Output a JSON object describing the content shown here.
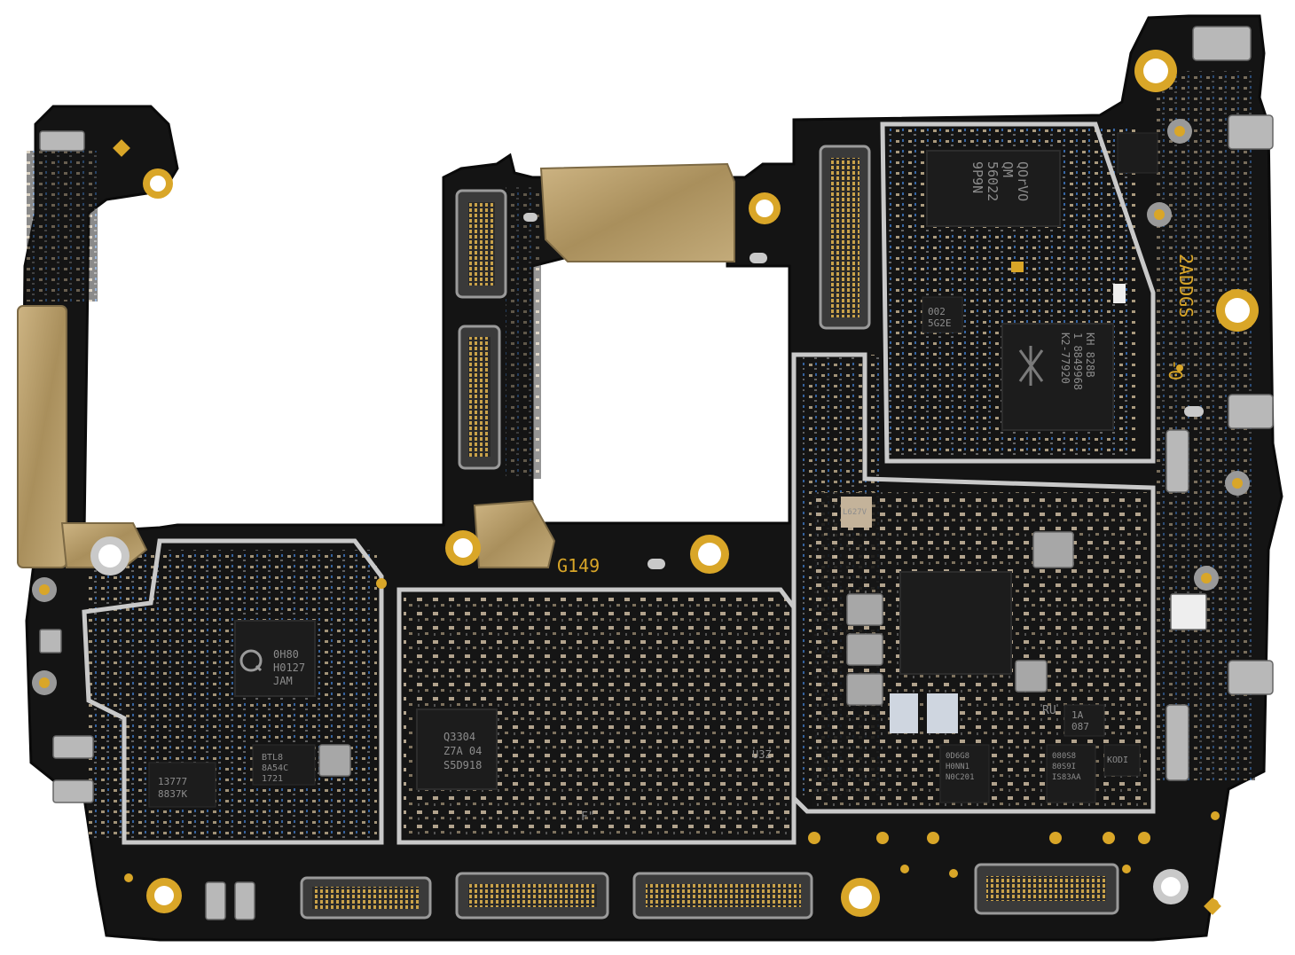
{
  "board": {
    "colors": {
      "pcb": "#141414",
      "pcb_edge": "#0a0a0a",
      "gold": "#d9a628",
      "shield_frame": "#c9c9c9",
      "chip": "#1c1c1c",
      "bracket": "#b09660"
    },
    "silkscreen": {
      "board_id": "G149",
      "side_code": "2ADDGS",
      "side_rev": "-0",
      "u3z": "U3Z",
      "f_mark": "F\"",
      "r_mark": "RU"
    },
    "chips": [
      {
        "name": "qorvo-chip",
        "lines": [
          "QOrVO",
          "QM",
          "56022",
          "9P9N"
        ]
      },
      {
        "name": "small-chip-002",
        "lines": [
          "002",
          "5G2E"
        ]
      },
      {
        "name": "rf-transceiver-chip",
        "lines": [
          "KH 828B",
          "1 8849968",
          "K2-77920"
        ]
      },
      {
        "name": "qualcomm-pmic-chip",
        "lines": [
          "0H80",
          "H0127",
          "JAM"
        ]
      },
      {
        "name": "chip-btl8",
        "lines": [
          "BTL8",
          "8A54C",
          "1721"
        ]
      },
      {
        "name": "chip-13777",
        "lines": [
          "13777",
          "8837K"
        ]
      },
      {
        "name": "chip-q3304",
        "lines": [
          "Q3304",
          "Z7A 04",
          "S5D918"
        ]
      },
      {
        "name": "chip-1a",
        "lines": [
          "1A",
          "087"
        ]
      },
      {
        "name": "chip-kod",
        "lines": [
          "KODI"
        ]
      },
      {
        "name": "chip-cluster-a",
        "lines": [
          "0D6G8",
          "H0NN1",
          "N0C201"
        ]
      },
      {
        "name": "chip-cluster-b",
        "lines": [
          "080S8",
          "80S9I",
          "IS83AA"
        ]
      },
      {
        "name": "label-7g97",
        "lines": [
          "L627V"
        ]
      }
    ],
    "connectors": [
      "connector-top-left-a",
      "connector-top-left-b",
      "connector-top-center",
      "connector-bottom-1",
      "connector-bottom-2",
      "connector-bottom-3",
      "connector-bottom-right"
    ]
  }
}
